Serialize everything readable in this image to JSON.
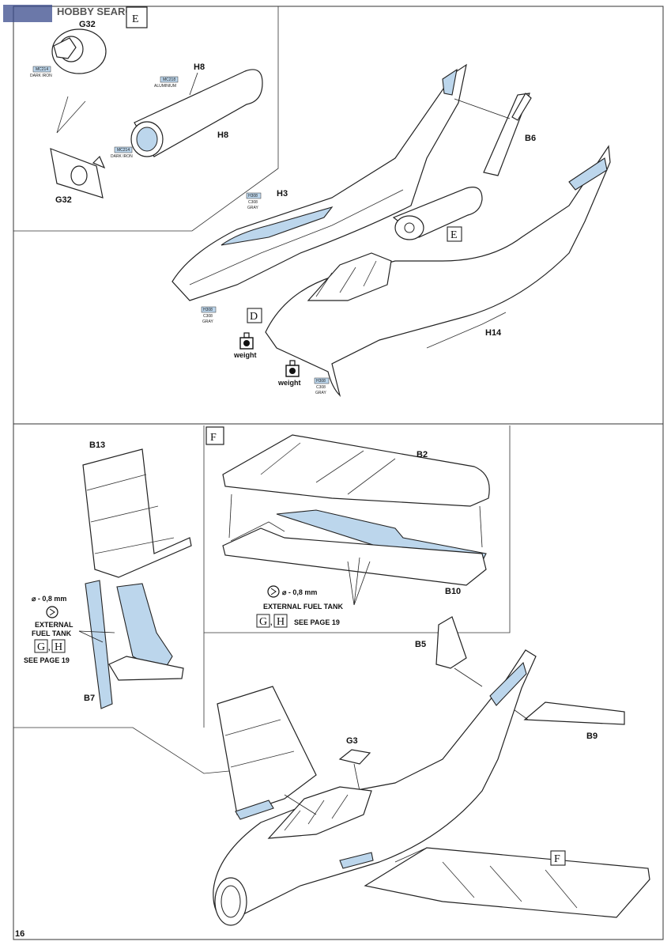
{
  "page": {
    "number": "16",
    "watermark": "HOBBY SEARCH"
  },
  "step_e": {
    "box_label": "E",
    "inset_box_label": "E",
    "parts": {
      "g32_top": "G32",
      "g32_bottom": "G32",
      "h8_top": "H8",
      "h8_bottom": "H8",
      "h3": "H3",
      "b6": "B6",
      "h14": "H14"
    },
    "paint": {
      "dark_iron_1": {
        "code": "MC214",
        "name": "DARK IRON"
      },
      "aluminium": {
        "code": "MC218",
        "name": "ALUMINIUM"
      },
      "dark_iron_2": {
        "code": "MC214",
        "name": "DARK IRON"
      },
      "gray_1": {
        "code": "H308",
        "code2": "C308",
        "name": "GRAY"
      },
      "gray_2": {
        "code": "H308",
        "code2": "C308",
        "name": "GRAY"
      },
      "gray_3": {
        "code": "H308",
        "code2": "C308",
        "name": "GRAY"
      }
    },
    "sub_step": "D",
    "weight_1": "weight",
    "weight_2": "weight"
  },
  "step_f": {
    "box_label": "F",
    "inset_box_label": "F",
    "parts": {
      "b13": "B13",
      "b7": "B7",
      "b2": "B2",
      "b10": "B10",
      "b5": "B5",
      "b9": "B9",
      "g3": "G3"
    },
    "drill_left": "⌀ - 0,8 mm",
    "drill_right": "- 0,8 mm",
    "tank_left": [
      "EXTERNAL",
      "FUEL TANK"
    ],
    "tank_right": "EXTERNAL FUEL TANK",
    "ref_g": "G",
    "ref_h": "H",
    "see_page_left": "SEE PAGE 19",
    "see_page_right": "SEE PAGE 19"
  },
  "colors": {
    "blue_fill": "#bcd6ec",
    "line": "#222222"
  },
  "icons": [
    "weight-icon",
    "drill-icon"
  ]
}
